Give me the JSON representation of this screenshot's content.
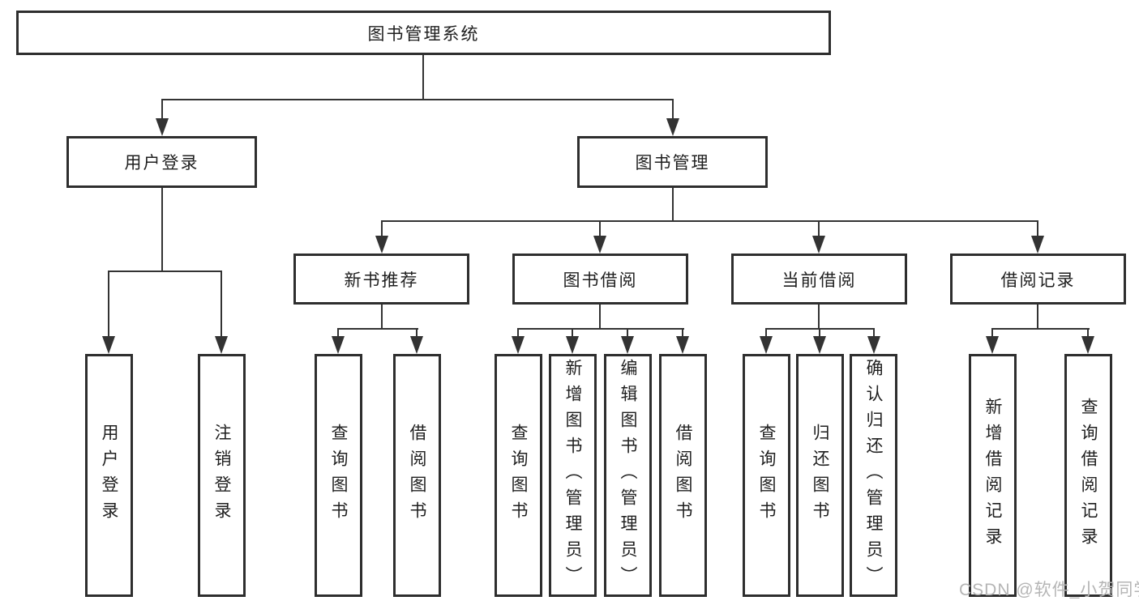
{
  "diagram": {
    "title": "图书管理系统",
    "level2": {
      "user_login": "用户登录",
      "book_management": "图书管理"
    },
    "level3": {
      "new_book_recommend": "新书推荐",
      "book_borrow": "图书借阅",
      "current_borrow": "当前借阅",
      "borrow_records": "借阅记录"
    },
    "leaves": {
      "user_login": "用户登录",
      "logout": "注销登录",
      "nb_query_book": "查询图书",
      "nb_borrow_book": "借阅图书",
      "bb_query_book": "查询图书",
      "bb_add_book": "新增图书（管理员）",
      "bb_edit_book": "编辑图书（管理员）",
      "bb_borrow_book": "借阅图书",
      "cb_query_book": "查询图书",
      "cb_return_book": "归还图书",
      "cb_confirm_return": "确认归还（管理员）",
      "br_add_record": "新增借阅记录",
      "br_query_record": "查询借阅记录"
    }
  },
  "watermark": "CSDN @软件_小贺同学",
  "colors": {
    "line": "#333333",
    "border": "#2e2e2e",
    "text": "#1f1f1f",
    "watermark": "#b5b5b5",
    "background": "#ffffff"
  }
}
